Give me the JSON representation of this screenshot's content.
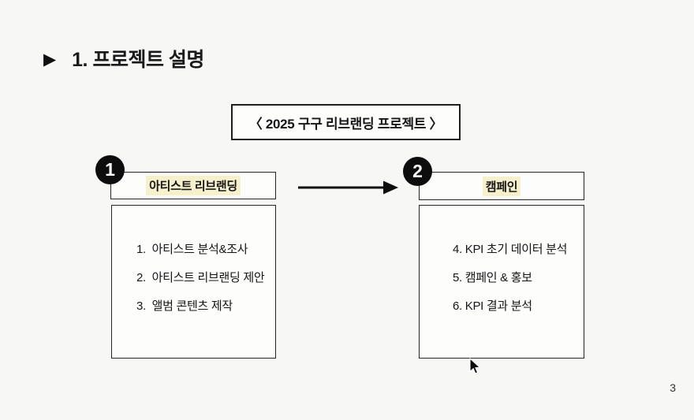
{
  "page": {
    "background_color": "#f7f7f5",
    "page_number": "3"
  },
  "header": {
    "bullet_icon": "play-triangle-icon",
    "bullet_glyph": "▶",
    "title": "1. 프로젝트 설명"
  },
  "project_title_box": {
    "label": "〈 2025 구구 리브랜딩 프로젝트 〉"
  },
  "diagram": {
    "highlight_color": "#f7f0cc",
    "arrow_icon": "right-arrow-icon",
    "steps": [
      {
        "number": "1",
        "header": "아티스트 리브랜딩",
        "items": [
          "1.  아티스트 분석&조사",
          "2.  아티스트 리브랜딩 제안",
          "3.  앨범 콘텐츠 제작"
        ]
      },
      {
        "number": "2",
        "header": "캠페인",
        "items": [
          "4. KPI 초기 데이터 분석",
          "5. 캠페인 & 홍보",
          "6. KPI 결과 분석"
        ]
      }
    ]
  },
  "cursor": {
    "icon": "arrow-pointer-icon"
  }
}
